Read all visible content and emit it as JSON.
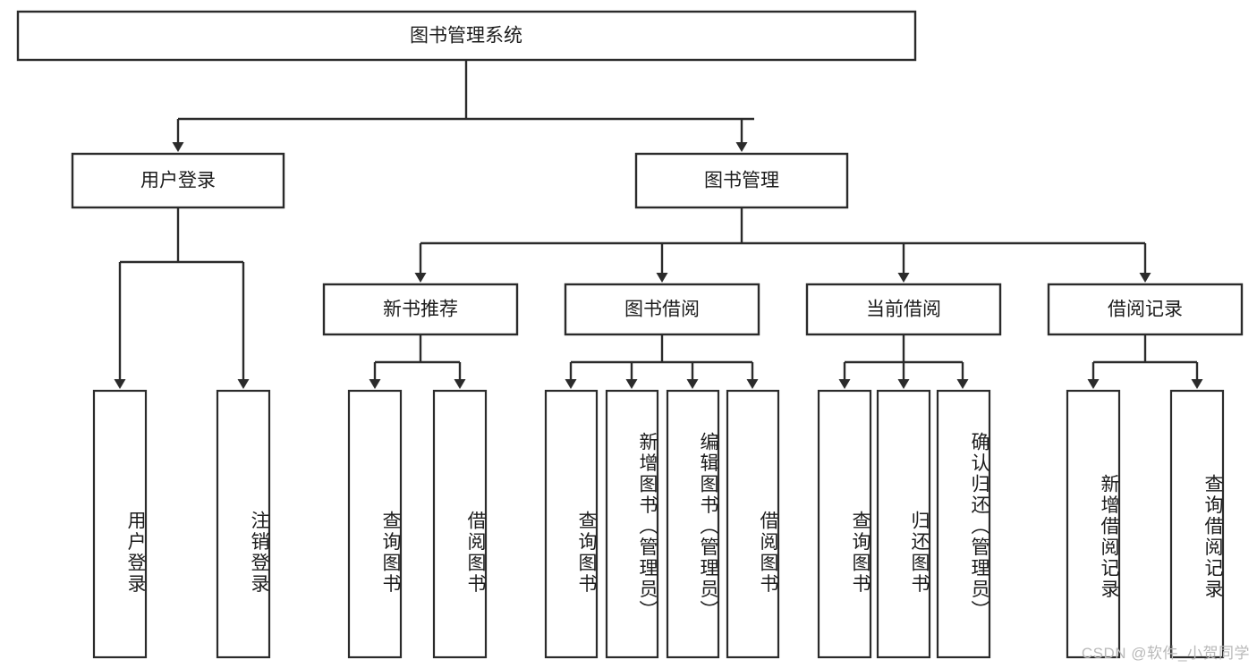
{
  "diagram": {
    "type": "tree-hierarchy",
    "title": "图书管理系统",
    "root": {
      "label": "图书管理系统",
      "orientation": "horizontal"
    },
    "level2": [
      {
        "label": "用户登录",
        "orientation": "horizontal"
      },
      {
        "label": "图书管理",
        "orientation": "horizontal"
      }
    ],
    "level3": [
      {
        "label": "新书推荐",
        "orientation": "horizontal"
      },
      {
        "label": "图书借阅",
        "orientation": "horizontal"
      },
      {
        "label": "当前借阅",
        "orientation": "horizontal"
      },
      {
        "label": "借阅记录",
        "orientation": "horizontal"
      }
    ],
    "leaves": {
      "user_login": [
        {
          "label": "用户登录",
          "orientation": "vertical"
        },
        {
          "label": "注销登录",
          "orientation": "vertical"
        }
      ],
      "new_book_recommend": [
        {
          "label": "查询图书",
          "orientation": "vertical"
        },
        {
          "label": "借阅图书",
          "orientation": "vertical"
        }
      ],
      "book_borrow": [
        {
          "label": "查询图书",
          "orientation": "vertical"
        },
        {
          "label": "新增图书（管理员）",
          "orientation": "vertical"
        },
        {
          "label": "编辑图书（管理员）",
          "orientation": "vertical"
        },
        {
          "label": "借阅图书",
          "orientation": "vertical"
        }
      ],
      "current_borrow": [
        {
          "label": "查询图书",
          "orientation": "vertical"
        },
        {
          "label": "归还图书",
          "orientation": "vertical"
        },
        {
          "label": "确认归还（管理员）",
          "orientation": "vertical"
        }
      ],
      "borrow_record": [
        {
          "label": "新增借阅记录",
          "orientation": "vertical"
        },
        {
          "label": "查询借阅记录",
          "orientation": "vertical"
        }
      ]
    }
  },
  "watermark": {
    "text": "CSDN @软件_小贺同学"
  },
  "colors": {
    "background": "#ffffff",
    "node_fill": "#ffffff",
    "node_stroke": "#2b2b2b",
    "text": "#1c1c1c",
    "watermark": "#b9b9b9"
  }
}
